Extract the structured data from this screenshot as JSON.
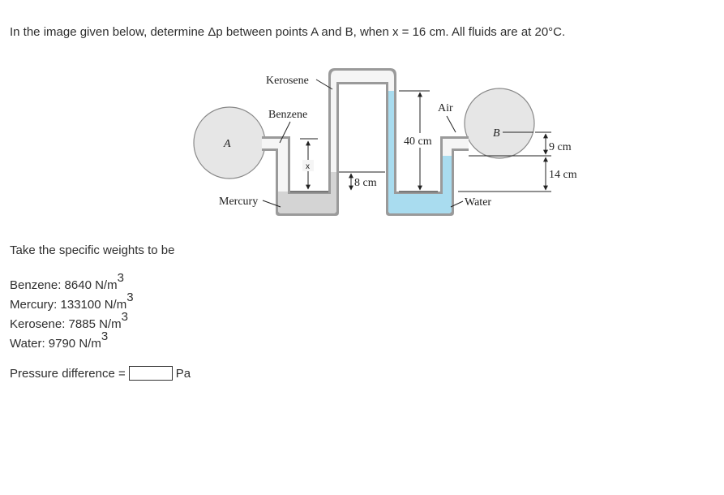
{
  "question": "In the image given below, determine Δp between points A and B, when x = 16 cm. All fluids are at 20°C.",
  "diagram": {
    "labels": {
      "kerosene": "Kerosene",
      "benzene": "Benzene",
      "air": "Air",
      "point_a": "A",
      "point_b": "B",
      "x": "x",
      "mercury": "Mercury",
      "water": "Water",
      "dim_40": "40 cm",
      "dim_8": "8 cm",
      "dim_9": "9 cm",
      "dim_14": "14 cm"
    },
    "colors": {
      "mercury_fill": "#d4d4d4",
      "water_fill": "#a9dcef",
      "tube_wall": "#8c8c8c"
    }
  },
  "intro": "Take the specific weights to be",
  "weights": [
    {
      "text": "Benzene: 8640 N/m",
      "exp": "3"
    },
    {
      "text": "Mercury: 133100 N/m",
      "exp": "3"
    },
    {
      "text": "Kerosene: 7885 N/m",
      "exp": "3"
    },
    {
      "text": "Water: 9790 N/m",
      "exp": "3"
    }
  ],
  "answer": {
    "label": "Pressure difference =",
    "value": "",
    "unit": "Pa"
  }
}
